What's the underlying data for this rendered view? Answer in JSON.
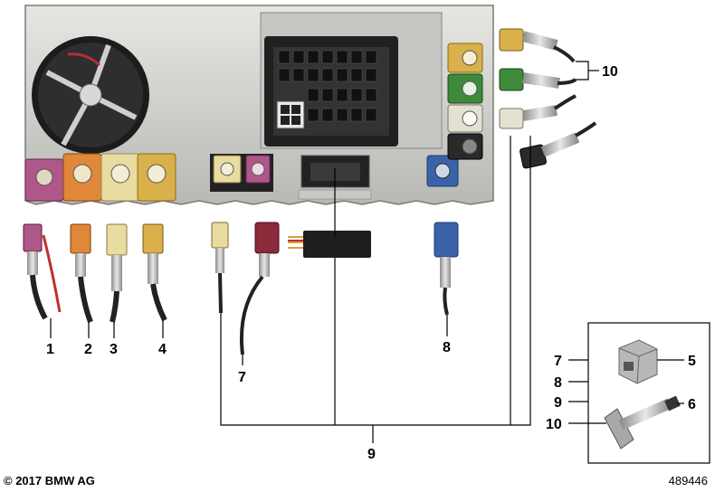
{
  "diagram": {
    "callouts": {
      "c1": "1",
      "c2": "2",
      "c3": "3",
      "c4": "4",
      "c5": "5",
      "c6": "6",
      "c7": "7",
      "c7b": "7",
      "c8": "8",
      "c8b": "8",
      "c9": "9",
      "c9b": "9",
      "c10": "10",
      "c10b": "10"
    },
    "unit_label": "",
    "copyright": "© 2017 BMW AG",
    "part_number": "489446",
    "colors": {
      "violet": "#b0578a",
      "orange": "#e0873a",
      "cream": "#e8dca0",
      "curry": "#d9b04a",
      "green": "#3f8a3a",
      "white": "#e4e0d2",
      "black": "#2a2a2a",
      "blue": "#3a62a8",
      "bordeaux": "#8a2a3a",
      "housing": "#cfcfcc"
    }
  }
}
